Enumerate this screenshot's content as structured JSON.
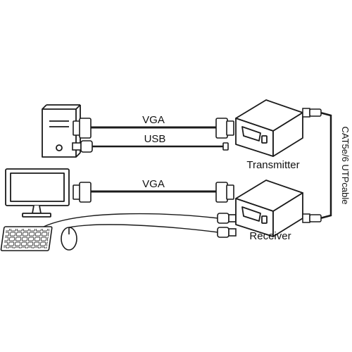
{
  "labels": {
    "vga_top": "VGA",
    "usb": "USB",
    "vga_bottom": "VGA",
    "transmitter": "Transmitter",
    "receiver": "Receiver",
    "cable": "CAT5e/6 UTPcable"
  },
  "colors": {
    "stroke": "#1a1a1a",
    "fill": "#ffffff",
    "device_face": "#ffffff"
  },
  "icons": [
    "computer-tower-icon",
    "monitor-icon",
    "keyboard-icon",
    "mouse-icon",
    "vga-connector-icon",
    "usb-connector-icon",
    "rj45-connector-icon",
    "extender-box-icon"
  ]
}
